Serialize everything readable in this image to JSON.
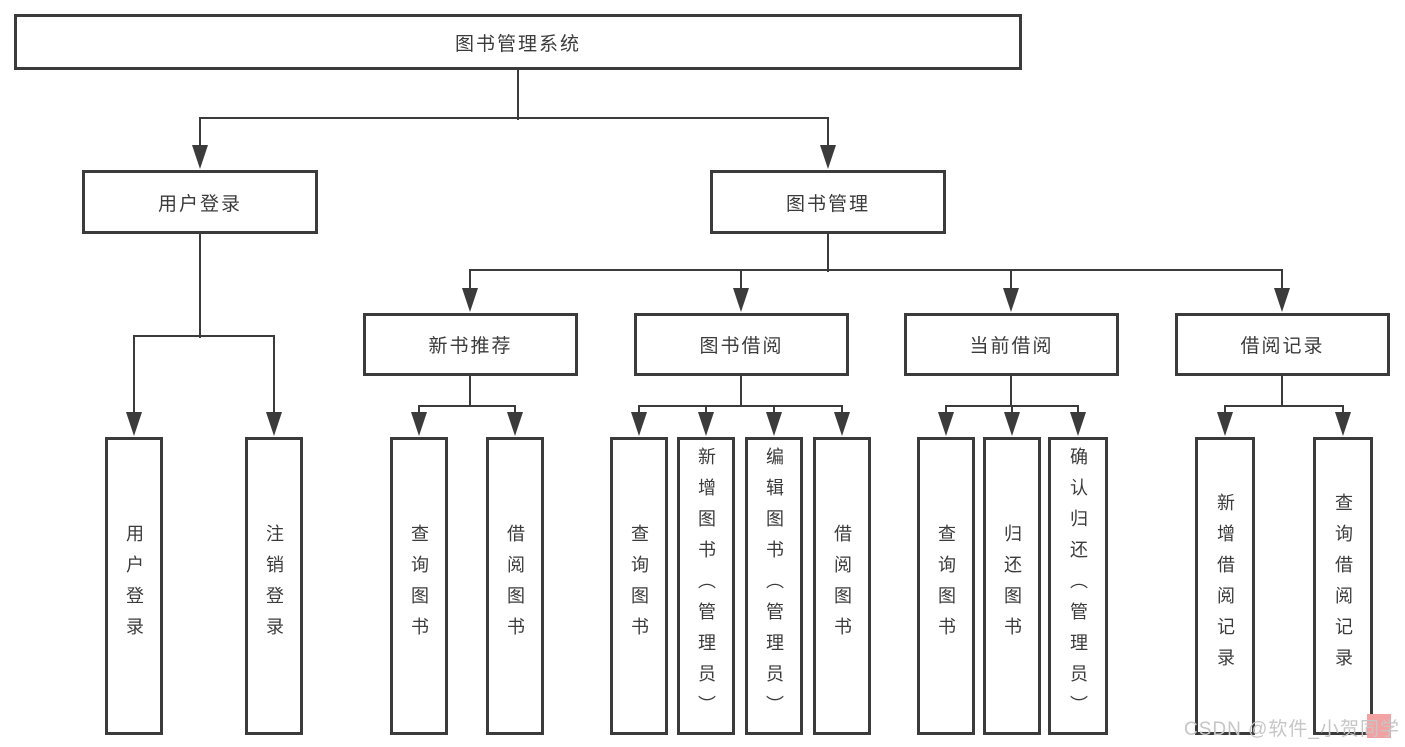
{
  "nodes": {
    "root": "图书管理系统",
    "level2": [
      "用户登录",
      "图书管理"
    ],
    "level3": [
      "新书推荐",
      "图书借阅",
      "当前借阅",
      "借阅记录"
    ]
  },
  "leaves": {
    "user": [
      "用户登录",
      "注销登录"
    ],
    "recommend": [
      "查询图书",
      "借阅图书"
    ],
    "borrow": [
      "查询图书",
      "新增图书（管理员）",
      "编辑图书（管理员）",
      "借阅图书"
    ],
    "current": [
      "查询图书",
      "归还图书",
      "确认归还（管理员）"
    ],
    "records": [
      "新增借阅记录",
      "查询借阅记录"
    ]
  },
  "watermark": {
    "text": "CSDN @软件_小贺同学"
  },
  "colors": {
    "line": "#3b3b3b",
    "text": "#3b3b3b",
    "background": "#ffffff",
    "watermark": "#c6c6c6",
    "watermark_accent": "#f2a2a2"
  }
}
